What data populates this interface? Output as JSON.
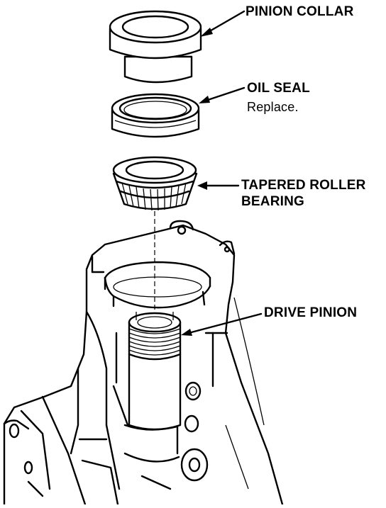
{
  "labels": {
    "pinion_collar": "PINION COLLAR",
    "oil_seal": "OIL SEAL",
    "oil_seal_note": "Replace.",
    "tapered_roller_bearing_1": "TAPERED ROLLER",
    "tapered_roller_bearing_2": "BEARING",
    "drive_pinion": "DRIVE PINION"
  },
  "colors": {
    "ink": "#000000",
    "paper": "#ffffff"
  }
}
